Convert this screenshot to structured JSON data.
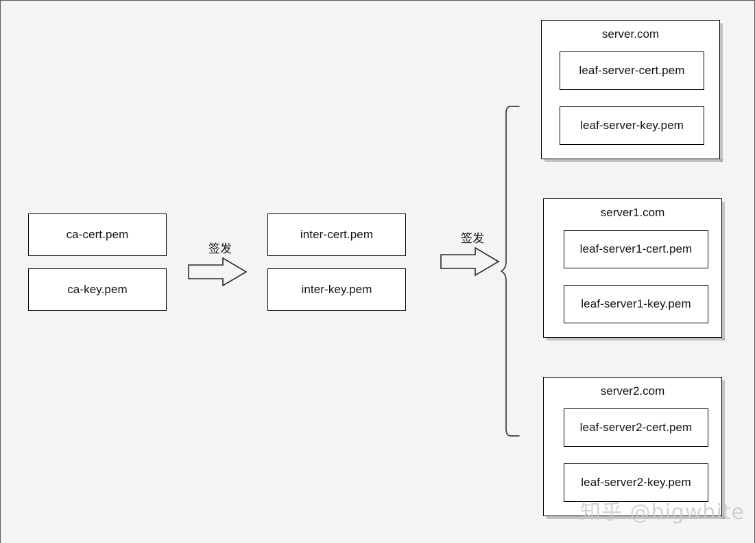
{
  "diagram": {
    "title": "TLS certificate chain issuance diagram",
    "background_color": "#f4f4f4",
    "box_fill_color": "#ffffff",
    "box_border_color": "#000000"
  },
  "root_ca": {
    "files": [
      {
        "label": "ca-cert.pem"
      },
      {
        "label": "ca-key.pem"
      }
    ]
  },
  "intermediate_ca": {
    "files": [
      {
        "label": "inter-cert.pem"
      },
      {
        "label": "inter-key.pem"
      }
    ]
  },
  "arrows": [
    {
      "label": "签发",
      "name": "arrow-ca-to-intermediate"
    },
    {
      "label": "签发",
      "name": "arrow-intermediate-to-leaf"
    }
  ],
  "servers": [
    {
      "title": "server.com",
      "files": [
        {
          "label": "leaf-server-cert.pem"
        },
        {
          "label": "leaf-server-key.pem"
        }
      ]
    },
    {
      "title": "server1.com",
      "files": [
        {
          "label": "leaf-server1-cert.pem"
        },
        {
          "label": "leaf-server1-key.pem"
        }
      ]
    },
    {
      "title": "server2.com",
      "files": [
        {
          "label": "leaf-server2-cert.pem"
        },
        {
          "label": "leaf-server2-key.pem"
        }
      ]
    }
  ],
  "watermark": {
    "text": "知乎 @bigwhite"
  }
}
